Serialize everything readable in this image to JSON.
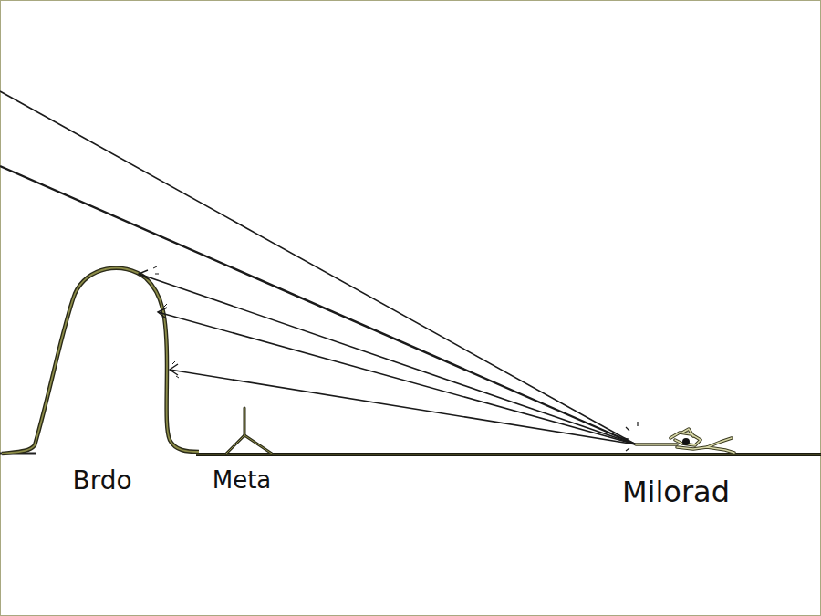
{
  "diagram": {
    "labels": [
      "Brdo",
      "Meta",
      "Milorad"
    ]
  }
}
